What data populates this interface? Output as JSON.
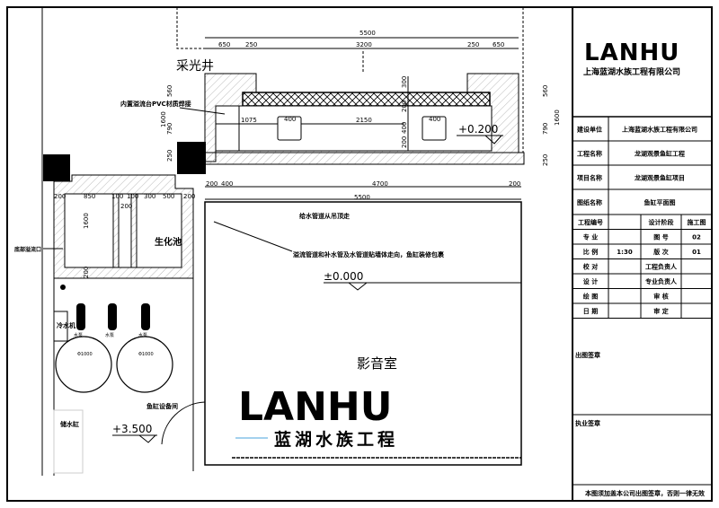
{
  "title_block": {
    "logo": "LANHU",
    "company": "上海蓝湖水族工程有限公司",
    "rows": [
      {
        "label": "建设单位",
        "value": "上海蓝湖水族工程有限公司"
      },
      {
        "label": "工程名称",
        "value": "龙湖观景鱼缸工程"
      },
      {
        "label": "项目名称",
        "value": "龙湖观景鱼缸项目"
      },
      {
        "label": "图纸名称",
        "value": "鱼缸平面图"
      }
    ],
    "grid": [
      [
        "工程编号",
        "",
        "设计阶段",
        "施工图"
      ],
      [
        "专 业",
        "",
        "图 号",
        "02"
      ],
      [
        "比 例",
        "1:30",
        "版 次",
        "01"
      ],
      [
        "校 对",
        "",
        "工程负责人",
        ""
      ],
      [
        "设 计",
        "",
        "专业负责人",
        ""
      ],
      [
        "绘 图",
        "",
        "审 核",
        ""
      ],
      [
        "日 期",
        "",
        "审 定",
        ""
      ]
    ],
    "stamp_label": "出图签章",
    "license_label": "执业签章",
    "footer": "本图须加盖本公司出图签章，否则一律无效"
  },
  "watermark": {
    "logo": "LANHU",
    "subtitle": "蓝湖水族工程"
  },
  "drawing": {
    "skylight": "采光井",
    "overflow_label": "内置溢流台PVC材质焊接",
    "bottom_outlet": "底部溢流口",
    "biochem": "生化池",
    "chiller": "冷水机",
    "pump": "水泵",
    "tank": "Φ1000",
    "equip_room": "鱼缸设备间",
    "storage": "储水缸",
    "supply_note": "给水管道从吊顶走",
    "pipe_note": "溢流管道和补水管及水管道贴墙体走向，鱼缸装修包裹",
    "room": "影音室",
    "elev1": "+0.200",
    "elev2": "±0.000",
    "elev3": "+3.500",
    "dims_top": [
      "5500",
      "650",
      "250",
      "3200",
      "250",
      "650"
    ],
    "dims_inner": [
      "1075",
      "400",
      "2150",
      "400"
    ],
    "dims_bottom": [
      "200",
      "400",
      "4700",
      "200",
      "5500"
    ],
    "dims_right": [
      "560",
      "790",
      "250",
      "1600"
    ],
    "dims_left": [
      "560",
      "790",
      "250",
      "1600"
    ],
    "dims_mid": [
      "300",
      "200",
      "400",
      "200"
    ],
    "dims_bio": [
      "200",
      "850",
      "100",
      "100",
      "300",
      "500",
      "200",
      "200",
      "1600",
      "200"
    ]
  }
}
